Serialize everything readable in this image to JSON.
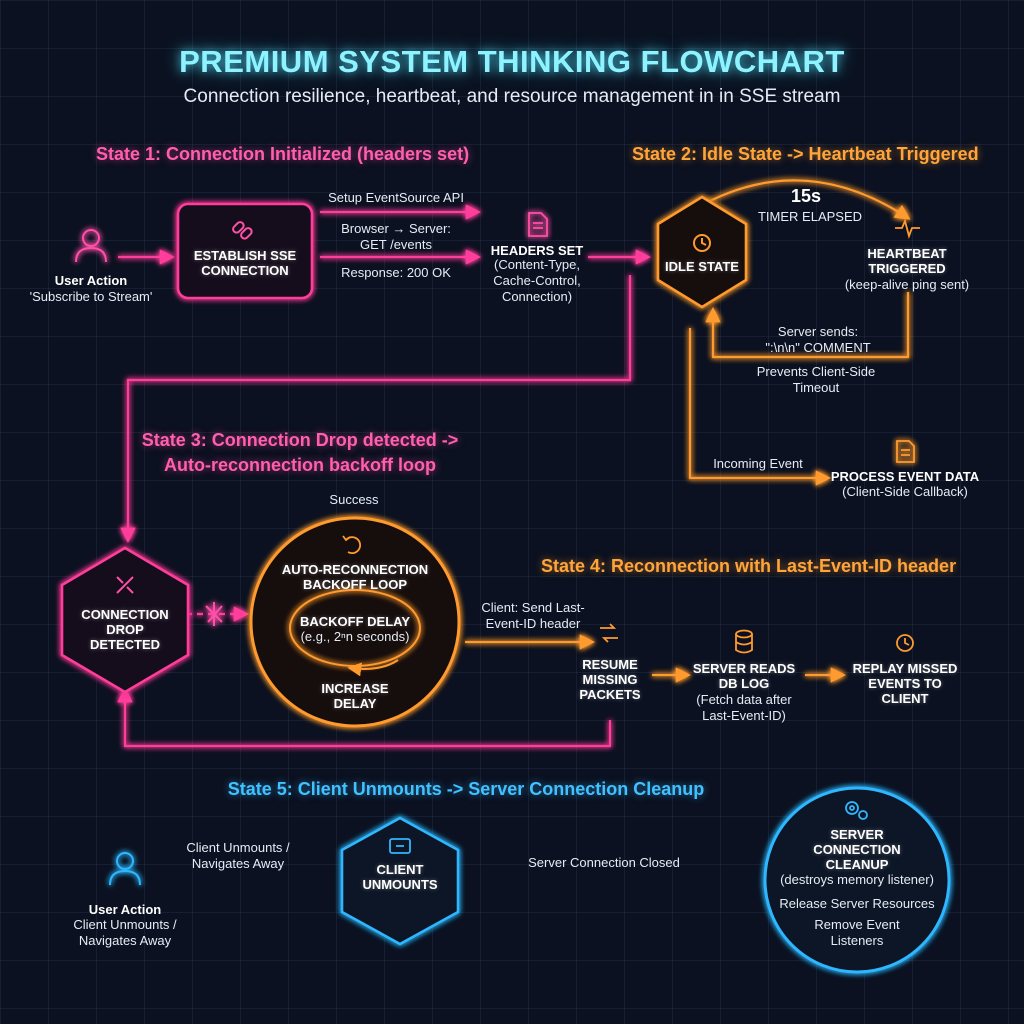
{
  "title": "PREMIUM SYSTEM THINKING FLOWCHART",
  "subtitle": "Connection resilience, heartbeat, and resource management in in SSE stream",
  "colors": {
    "pink": "#ff3d9a",
    "orange": "#ff9a2e",
    "blue": "#2fb7ff",
    "background": "#0b1120"
  },
  "state1": {
    "heading": "State 1: Connection Initialized (headers set)",
    "user_action": "User Action",
    "user_action_sub": "'Subscribe to Stream'",
    "establish": "ESTABLISH SSE\nCONNECTION",
    "setup": "Setup EventSource API",
    "request": "Browser → Server:\nGET /events",
    "response": "Response: 200 OK",
    "headers_set": "HEADERS SET",
    "headers_detail": "(Content-Type,\nCache-Control,\nConnection)"
  },
  "state2": {
    "heading": "State 2: Idle State -> Heartbeat Triggered",
    "idle": "IDLE STATE",
    "timer": "15s",
    "timer_sub": "TIMER ELAPSED",
    "heartbeat": "HEARTBEAT\nTRIGGERED",
    "heartbeat_sub": "(keep-alive ping sent)",
    "server_sends": "Server sends:\n\":\\n\\n\" COMMENT",
    "prevents": "Prevents Client-Side\nTimeout",
    "incoming": "Incoming Event",
    "process": "PROCESS EVENT DATA",
    "process_sub": "(Client-Side Callback)"
  },
  "state3": {
    "heading": "State 3: Connection Drop detected ->\nAuto-reconnection backoff loop",
    "drop": "CONNECTION\nDROP\nDETECTED",
    "success": "Success",
    "loop": "AUTO-RECONNECTION\nBACKOFF LOOP",
    "backoff": "BACKOFF DELAY",
    "backoff_sub": "(e.g., 2ⁿn seconds)",
    "increase": "INCREASE\nDELAY"
  },
  "state4": {
    "heading": "State 4: Reconnection with Last-Event-ID header",
    "client_send": "Client: Send Last-\nEvent-ID header",
    "resume": "RESUME\nMISSING\nPACKETS",
    "server_reads": "SERVER READS\nDB LOG",
    "server_reads_sub": "(Fetch data after\nLast-Event-ID)",
    "replay": "REPLAY MISSED\nEVENTS TO\nCLIENT"
  },
  "state5": {
    "heading": "State 5: Client Unmounts -> Server Connection Cleanup",
    "user_action": "User Action",
    "user_action_sub": "Client Unmounts /\nNavigates Away",
    "edge_unmount": "Client Unmounts /\nNavigates Away",
    "unmounts": "CLIENT\nUNMOUNTS",
    "closed": "Server Connection Closed",
    "cleanup": "SERVER\nCONNECTION\nCLEANUP",
    "cleanup_sub": "(destroys memory listener)",
    "release": "Release Server Resources",
    "remove": "Remove Event\nListeners"
  }
}
